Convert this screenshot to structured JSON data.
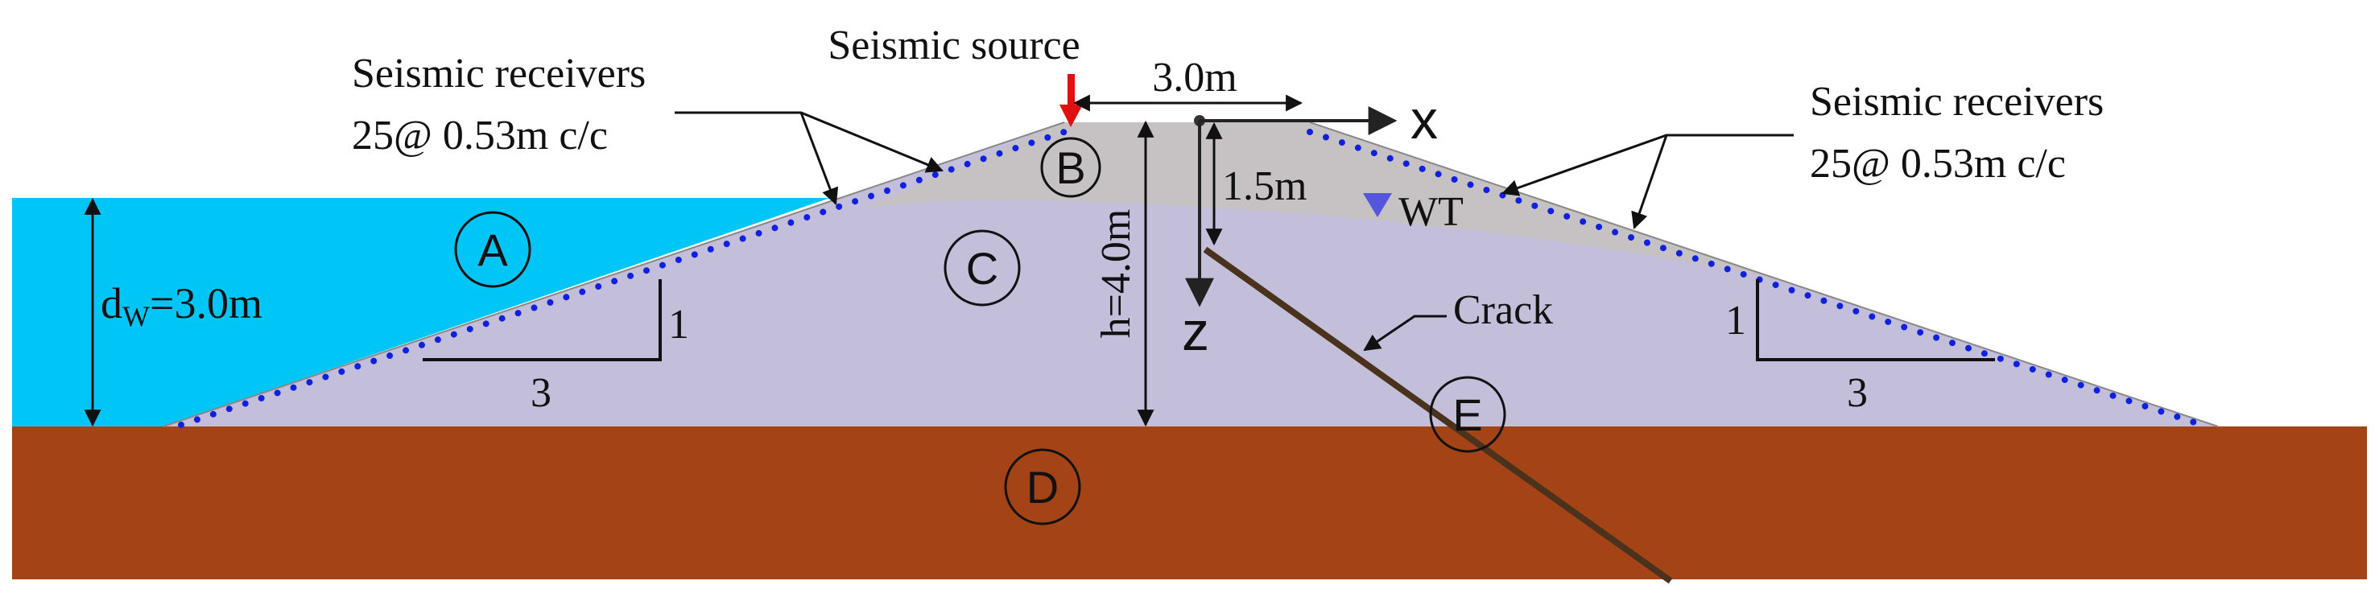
{
  "colors": {
    "water": "#00c6f7",
    "embankment": "#c3bfdb",
    "dry_zone": "#c6c1c2",
    "foundation": "#a44416",
    "receiver_dots": "#1020e0",
    "source_arrow": "#e01010",
    "crack": "#4a321c",
    "water_table": "#5555dd"
  },
  "labels": {
    "source": "Seismic source",
    "receivers_left_line1": "Seismic receivers",
    "receivers_left_line2": "25@ 0.53m c/c",
    "receivers_right_line1": "Seismic receivers",
    "receivers_right_line2": "25@ 0.53m c/c",
    "width_dim": "3.0m",
    "depth_dim": "1.5m",
    "height_dim": "h=4.0m",
    "water_depth_d": "d",
    "water_depth_sub": "W",
    "water_depth_val": "=3.0m",
    "x_axis": "x",
    "z_axis": "z",
    "water_table": "WT",
    "crack": "Crack",
    "slope_left_rise": "1",
    "slope_left_run": "3",
    "slope_right_rise": "1",
    "slope_right_run": "3"
  },
  "zones": [
    "A",
    "B",
    "C",
    "D",
    "E"
  ],
  "icons": {
    "source_marker": "down-arrow",
    "water_table_marker": "inverted-triangle"
  }
}
